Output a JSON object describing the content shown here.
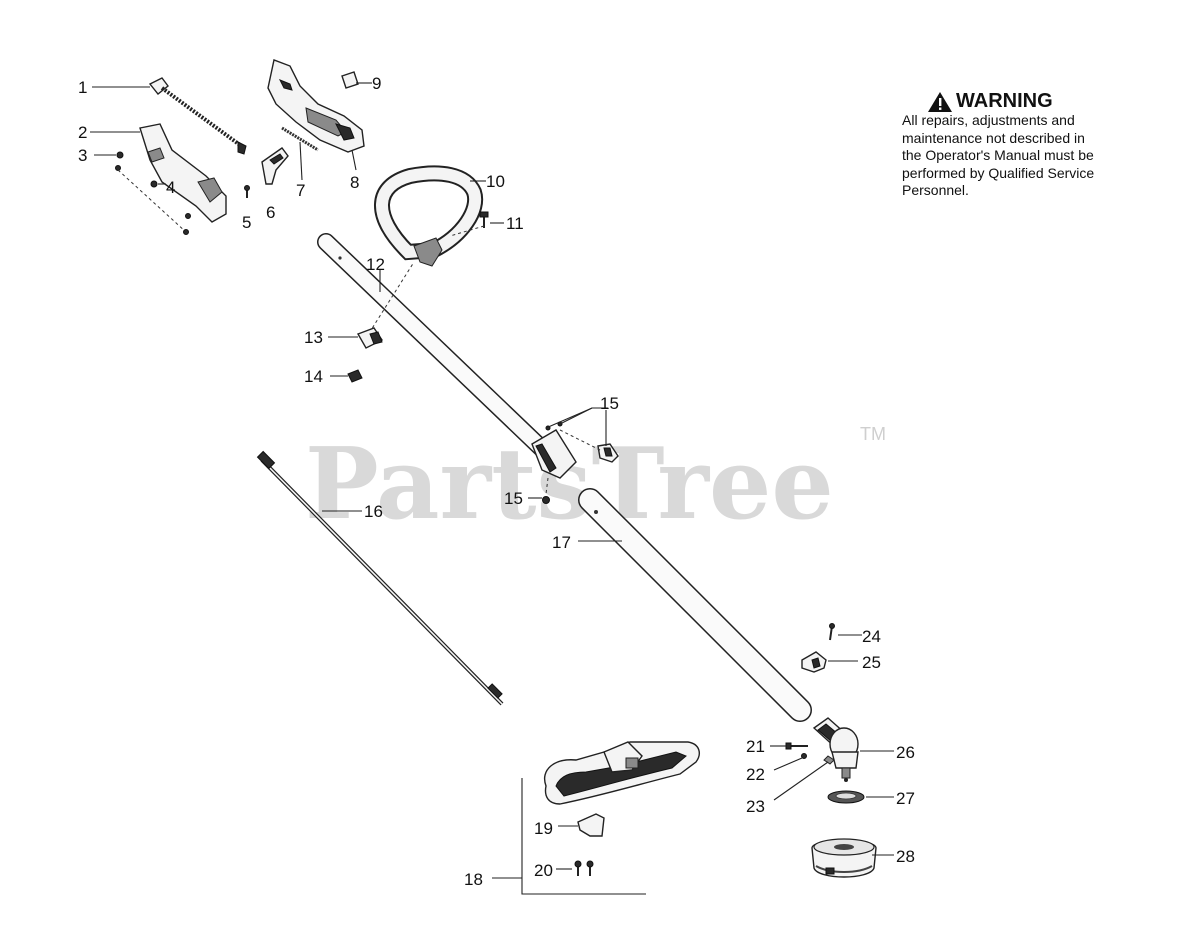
{
  "watermark": {
    "text": "PartsTree",
    "tm": "TM"
  },
  "warning": {
    "title": "WARNING",
    "body": "All repairs, adjustments and\nmaintenance not described in\nthe Operator's Manual must be\nperformed by Qualified Service\nPersonnel."
  },
  "labels": {
    "l1": "1",
    "l2": "2",
    "l3": "3",
    "l4": "4",
    "l5": "5",
    "l6": "6",
    "l7": "7",
    "l8": "8",
    "l9": "9",
    "l10": "10",
    "l11": "11",
    "l12": "12",
    "l13": "13",
    "l14": "14",
    "l15a": "15",
    "l15b": "15",
    "l16": "16",
    "l17": "17",
    "l18": "18",
    "l19": "19",
    "l20": "20",
    "l21": "21",
    "l22": "22",
    "l23": "23",
    "l24": "24",
    "l25": "25",
    "l26": "26",
    "l27": "27",
    "l28": "28"
  }
}
